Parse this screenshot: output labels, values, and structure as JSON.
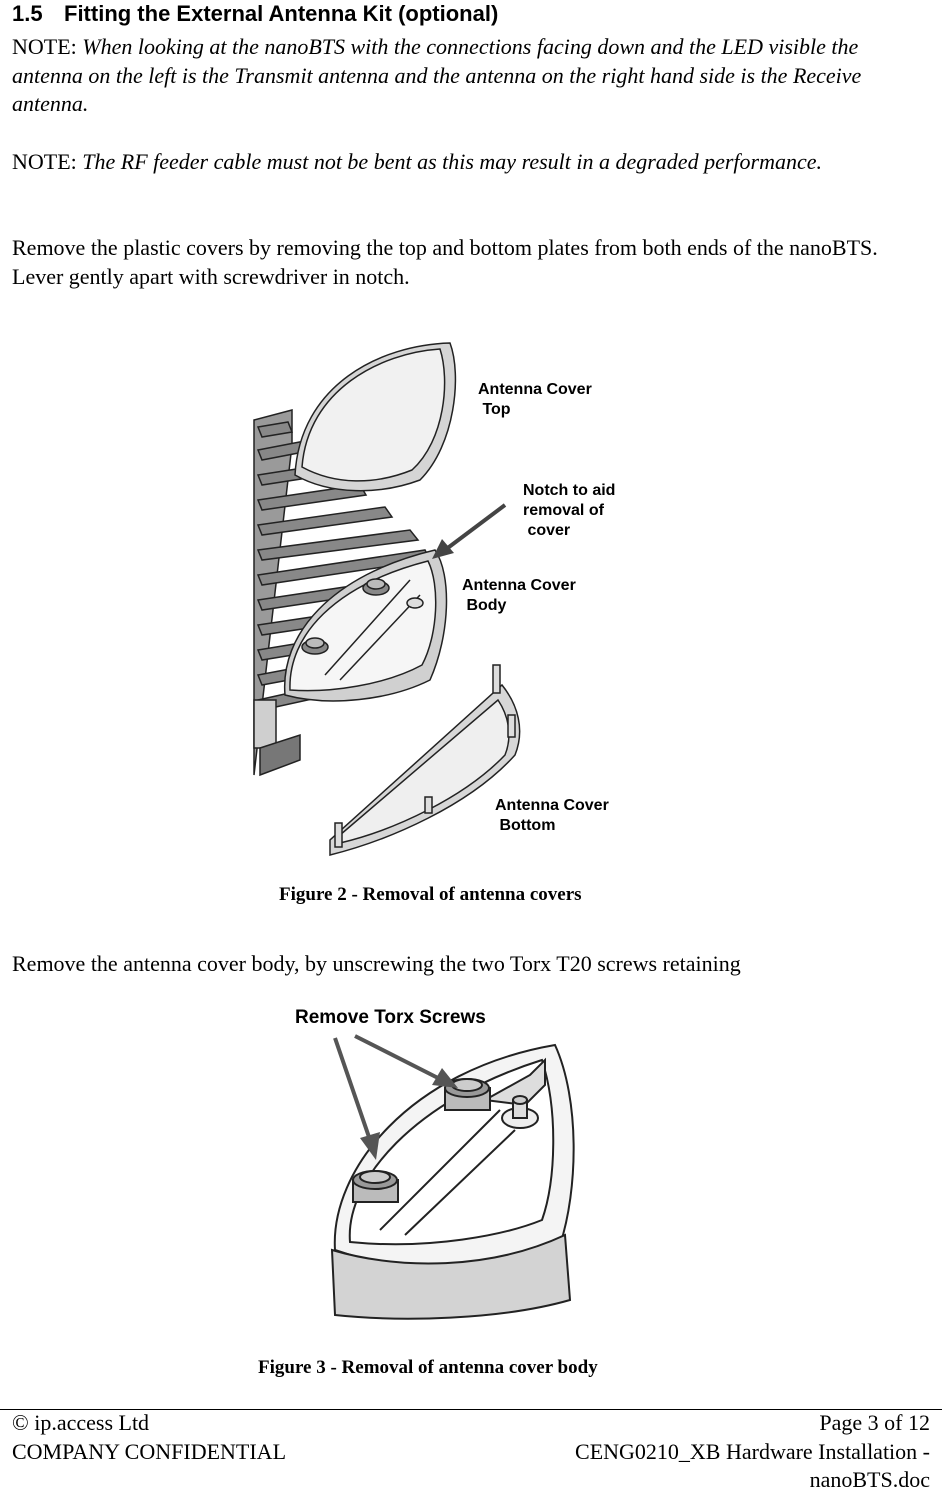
{
  "section": {
    "number": "1.5",
    "title": "Fitting the External Antenna Kit (optional)"
  },
  "note1": {
    "prefix": "NOTE: ",
    "text": "When looking at the nanoBTS with the connections facing down and the LED visible the antenna on the left is the Transmit antenna and the antenna on the right hand side is the Receive antenna."
  },
  "note2": {
    "prefix": "NOTE: ",
    "text": "The RF feeder cable must not be bent as this may result in a degraded performance."
  },
  "para1": "Remove the plastic covers by removing the top and bottom plates from both ends of the nanoBTS. Lever gently apart with screwdriver in notch.",
  "figure2": {
    "labels": {
      "top": "Antenna Cover\n Top",
      "notch": "Notch to aid\nremoval of\n cover",
      "body": "Antenna Cover\n Body",
      "bottom": "Antenna Cover\n Bottom"
    },
    "caption": "Figure 2 - Removal of antenna covers"
  },
  "para2": "Remove the antenna cover body, by unscrewing the two Torx T20 screws retaining",
  "figure3": {
    "label": "Remove Torx Screws",
    "caption": "Figure 3 - Removal of antenna cover body"
  },
  "footer": {
    "copyright": "© ip.access Ltd",
    "page": "Page 3 of 12",
    "confidential": "COMPANY CONFIDENTIAL",
    "doc_line1": "CENG0210_XB Hardware Installation -",
    "doc_line2": "nanoBTS.doc"
  }
}
